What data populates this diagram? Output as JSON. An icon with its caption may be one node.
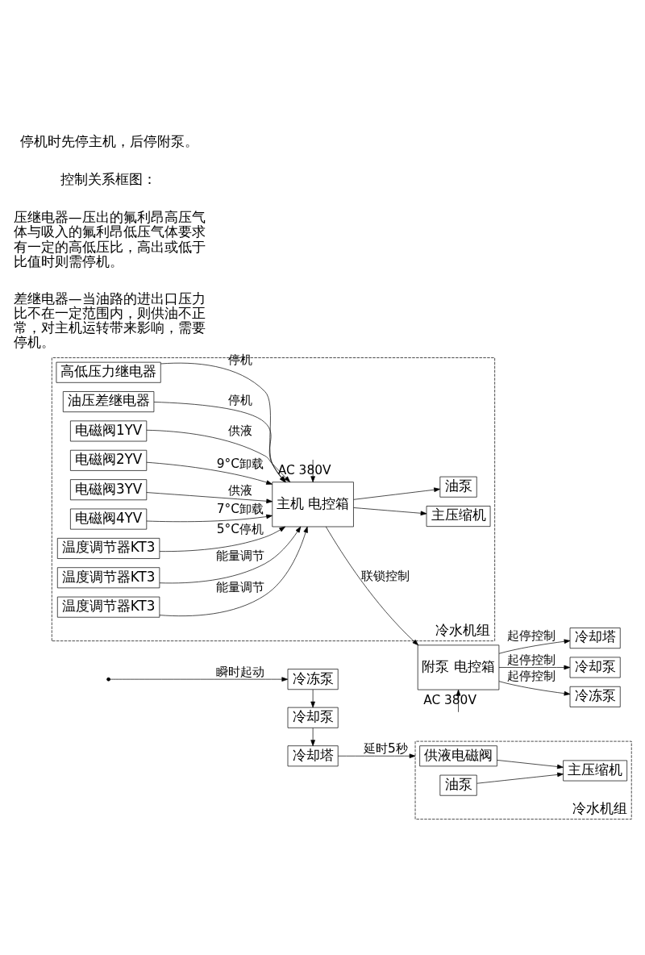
{
  "diagram": {
    "nodes": [
      {
        "text": [
          "冷冻泵"
        ]
      },
      {
        "text": [
          "冷却泵"
        ]
      },
      {
        "text": [
          "冷却塔"
        ]
      },
      {
        "text": [
          "冷水机组"
        ]
      },
      {
        "text": [
          "供液电磁阀"
        ],
        "in": 3
      },
      {
        "text": [
          "油泵"
        ],
        "in": 3
      },
      {
        "text": [
          "主压缩机"
        ],
        "in": 3
      },
      {
        "text": [
          "冷水机组"
        ]
      },
      {
        "text": [
          "高低压力继电器"
        ],
        "in": 7
      },
      {
        "text": [
          "油压差继电器"
        ],
        "in": 7
      },
      {
        "text": [
          "电磁阀1YV"
        ],
        "in": 7
      },
      {
        "text": [
          "电磁阀2YV"
        ],
        "in": 7
      },
      {
        "text": [
          "电磁阀3YV"
        ],
        "in": 7
      },
      {
        "text": [
          "电磁阀4YV"
        ],
        "in": 7
      },
      {
        "text": [
          "温度调节器KT3"
        ],
        "in": 7
      },
      {
        "text": [
          "温度调节器KT3"
        ],
        "in": 7
      },
      {
        "text": [
          "温度调节器KT3"
        ],
        "in": 7
      },
      {
        "text": [
          "主压缩机"
        ],
        "in": 7
      },
      {
        "text": [
          "油泵"
        ],
        "in": 7
      },
      {
        "text": [
          "主机 电控箱"
        ],
        "in": 7
      },
      {
        "text": [
          "附泵 电控箱"
        ]
      },
      {
        "text": [
          "冷却塔"
        ]
      },
      {
        "text": [
          "冷却泵"
        ]
      },
      {
        "text": [
          "冷冻泵"
        ]
      }
    ],
    "edges": [
      {
        "from": null,
        "to": 0,
        "arrow": "to",
        "label": "瞬时起动"
      },
      {
        "from": 0,
        "to": 1,
        "arrow": "to"
      },
      {
        "from": 1,
        "to": 2,
        "arrow": "to"
      },
      {
        "from": 2,
        "to": 3,
        "arrow": "to",
        "label": "延时5秒"
      },
      {
        "from": 4,
        "to": 6,
        "arrow": "to"
      },
      {
        "from": 5,
        "to": 6,
        "arrow": "to"
      },
      {
        "from": 8,
        "to": 19,
        "arrow": "to",
        "label": "停机"
      },
      {
        "from": 9,
        "to": 19,
        "arrow": "to",
        "label": "停机"
      },
      {
        "from": 10,
        "to": 19,
        "arrow": "to",
        "label": "供液"
      },
      {
        "from": 11,
        "to": 19,
        "arrow": "to",
        "label": "9°C卸载"
      },
      {
        "from": 12,
        "to": 19,
        "arrow": "to",
        "label": "供液"
      },
      {
        "from": 13,
        "to": 19,
        "arrow": "to",
        "label": "7°C卸载"
      },
      {
        "from": 14,
        "to": 19,
        "arrow": "to",
        "label": "5°C停机"
      },
      {
        "from": 15,
        "to": 19,
        "arrow": "to",
        "label": "能量调节"
      },
      {
        "from": 16,
        "to": 19,
        "arrow": "to",
        "label": "能量调节"
      },
      {
        "from": 19,
        "to": 17,
        "arrow": "to"
      },
      {
        "from": 19,
        "to": 18,
        "arrow": "to"
      },
      {
        "from": null,
        "to": 19,
        "arrow": "to",
        "label": "AC 380V"
      },
      {
        "from": 19,
        "to": 20,
        "arrow": "to",
        "label": "联锁控制"
      },
      {
        "from": null,
        "to": 20,
        "arrow": "to",
        "label": "AC 380V"
      },
      {
        "from": 20,
        "to": 21,
        "arrow": "to",
        "label": "起停控制"
      },
      {
        "from": 20,
        "to": 22,
        "arrow": "to",
        "label": "起停控制"
      },
      {
        "from": 20,
        "to": 23,
        "arrow": "to",
        "label": "起停控制"
      }
    ],
    "labels": [
      "停机时先停主机，后停附泵。",
      "控制关系框图：",
      "压继电器—压出的氟利昂高压气体与吸入的氟利昂低压气体要求有一定的高低压比，高出或低于比值时则需停机。",
      "差继电器—当油路的进出口压力比不在一定范围内，则供油不正常，对主机运转带来影响，需要停机。"
    ]
  }
}
